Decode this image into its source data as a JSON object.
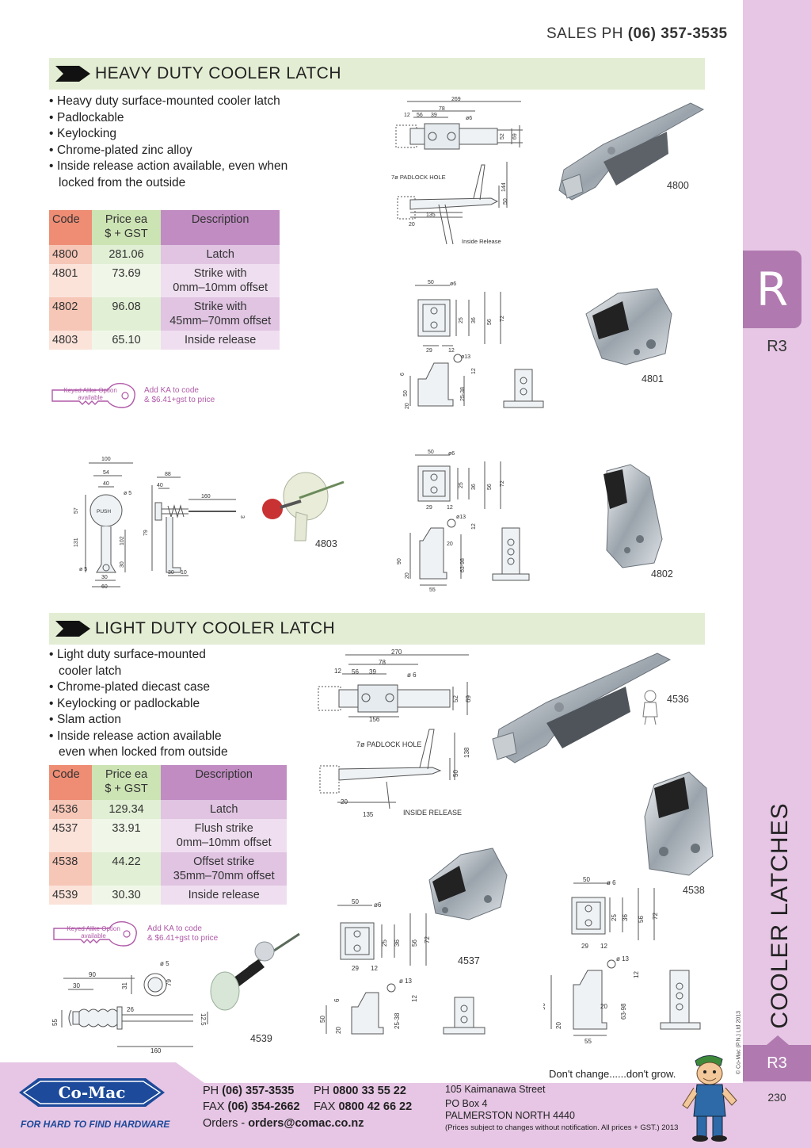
{
  "header": {
    "sales_label": "SALES  PH",
    "sales_phone": "(06) 357-3535"
  },
  "rail": {
    "letter": "R",
    "section": "R3",
    "vertical_title": "COOLER LATCHES",
    "copyright": "© Co-Mac (P.N.) Ltd 2013",
    "section_bottom": "R3",
    "page_number": "230"
  },
  "heavy": {
    "title": "HEAVY DUTY COOLER LATCH",
    "bullets": [
      "Heavy duty surface-mounted cooler latch",
      "Padlockable",
      "Keylocking",
      "Chrome-plated zinc alloy",
      "Inside release action available, even when",
      "locked from the outside"
    ],
    "table": {
      "headers": [
        "Code",
        "Price ea",
        "$ + GST",
        "Description"
      ],
      "rows": [
        {
          "code": "4800",
          "price": "281.06",
          "desc1": "Latch",
          "desc2": ""
        },
        {
          "code": "4801",
          "price": "73.69",
          "desc1": "Strike with",
          "desc2": "0mm–10mm offset"
        },
        {
          "code": "4802",
          "price": "96.08",
          "desc1": "Strike with",
          "desc2": "45mm–70mm offset"
        },
        {
          "code": "4803",
          "price": "65.10",
          "desc1": "Inside release",
          "desc2": ""
        }
      ]
    },
    "ka": {
      "key_line1": "Keyed Alike Option",
      "key_line2": "available",
      "text1": "Add KA to code",
      "text2": "& $6.41+gst to price"
    },
    "labels": {
      "p4800": "4800",
      "p4801": "4801",
      "p4802": "4802",
      "p4803": "4803",
      "padlock": "7ø PADLOCK HOLE",
      "inside_release": "Inside Release",
      "push": "PUSH"
    }
  },
  "light": {
    "title": "LIGHT DUTY COOLER LATCH",
    "bullets": [
      "Light duty surface-mounted",
      "cooler latch",
      "Chrome-plated diecast case",
      "Keylocking or padlockable",
      "Slam action",
      "Inside release action available",
      "even when locked from outside"
    ],
    "table": {
      "headers": [
        "Code",
        "Price ea",
        "$ + GST",
        "Description"
      ],
      "rows": [
        {
          "code": "4536",
          "price": "129.34",
          "desc1": "Latch",
          "desc2": ""
        },
        {
          "code": "4537",
          "price": "33.91",
          "desc1": "Flush strike",
          "desc2": "0mm–10mm offset"
        },
        {
          "code": "4538",
          "price": "44.22",
          "desc1": "Offset strike",
          "desc2": "35mm–70mm offset"
        },
        {
          "code": "4539",
          "price": "30.30",
          "desc1": "Inside release",
          "desc2": ""
        }
      ]
    },
    "ka": {
      "key_line1": "Keyed Alike Option",
      "key_line2": "available",
      "text1": "Add KA to code",
      "text2": "& $6.41+gst to price"
    },
    "labels": {
      "p4536": "4536",
      "p4537": "4537",
      "p4538": "4538",
      "p4539": "4539",
      "padlock": "7ø PADLOCK HOLE",
      "inside_release": "INSIDE RELEASE"
    }
  },
  "footer": {
    "brand": "Co-Mac",
    "tagline": "FOR HARD TO FIND HARDWARE",
    "slogan": "Don't change......don't grow.",
    "ph_label": "PH",
    "ph": "(06) 357-3535",
    "fax_label": "FAX",
    "fax": "(06) 354-2662",
    "ph2_label": "PH",
    "ph2": "0800 33 55 22",
    "fax2_label": "FAX",
    "fax2": "0800 42 66 22",
    "orders_label": "Orders -",
    "orders": "orders@comac.co.nz",
    "addr1": "105 Kaimanawa Street",
    "addr2": "PO Box 4",
    "addr3": "PALMERSTON NORTH 4440",
    "note": "(Prices subject to changes without notification.  All prices + GST.)  2013"
  }
}
